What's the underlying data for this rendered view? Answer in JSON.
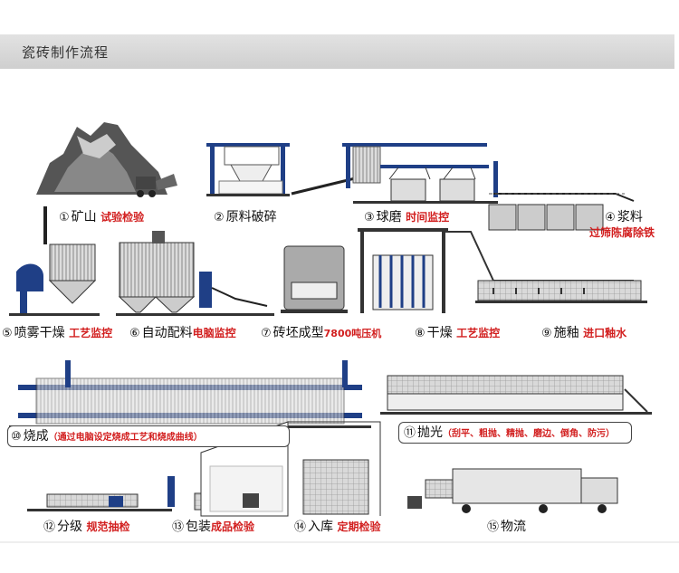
{
  "header": {
    "title": "瓷砖制作流程"
  },
  "steps": [
    {
      "num": "①",
      "name": "矿山",
      "note": "试验检验"
    },
    {
      "num": "②",
      "name": "原料破碎",
      "note": ""
    },
    {
      "num": "③",
      "name": "球磨",
      "note": "时间监控"
    },
    {
      "num": "④",
      "name": "浆料",
      "note": "过筛陈腐除铁"
    },
    {
      "num": "⑤",
      "name": "喷雾干燥",
      "note": "工艺监控"
    },
    {
      "num": "⑥",
      "name": "自动配料",
      "note": "电脑监控"
    },
    {
      "num": "⑦",
      "name": "砖坯成型",
      "note": "7800吨压机"
    },
    {
      "num": "⑧",
      "name": "干燥",
      "note": "工艺监控"
    },
    {
      "num": "⑨",
      "name": "施釉",
      "note": "进口釉水"
    },
    {
      "num": "⑩",
      "name": "烧成",
      "note": "（通过电脑设定烧成工艺和烧成曲线）"
    },
    {
      "num": "⑪",
      "name": "抛光",
      "note": "（刮平、粗抛、精抛、磨边、倒角、防污）"
    },
    {
      "num": "⑫",
      "name": "分级",
      "note": "规范抽检"
    },
    {
      "num": "⑬",
      "name": "包装",
      "note": "成品检验"
    },
    {
      "num": "⑭",
      "name": "入库",
      "note": "定期检验"
    },
    {
      "num": "⑮",
      "name": "物流",
      "note": ""
    }
  ],
  "colors": {
    "frame": "#1f3f86",
    "ink": "#111111",
    "accent": "#d21f1f"
  }
}
